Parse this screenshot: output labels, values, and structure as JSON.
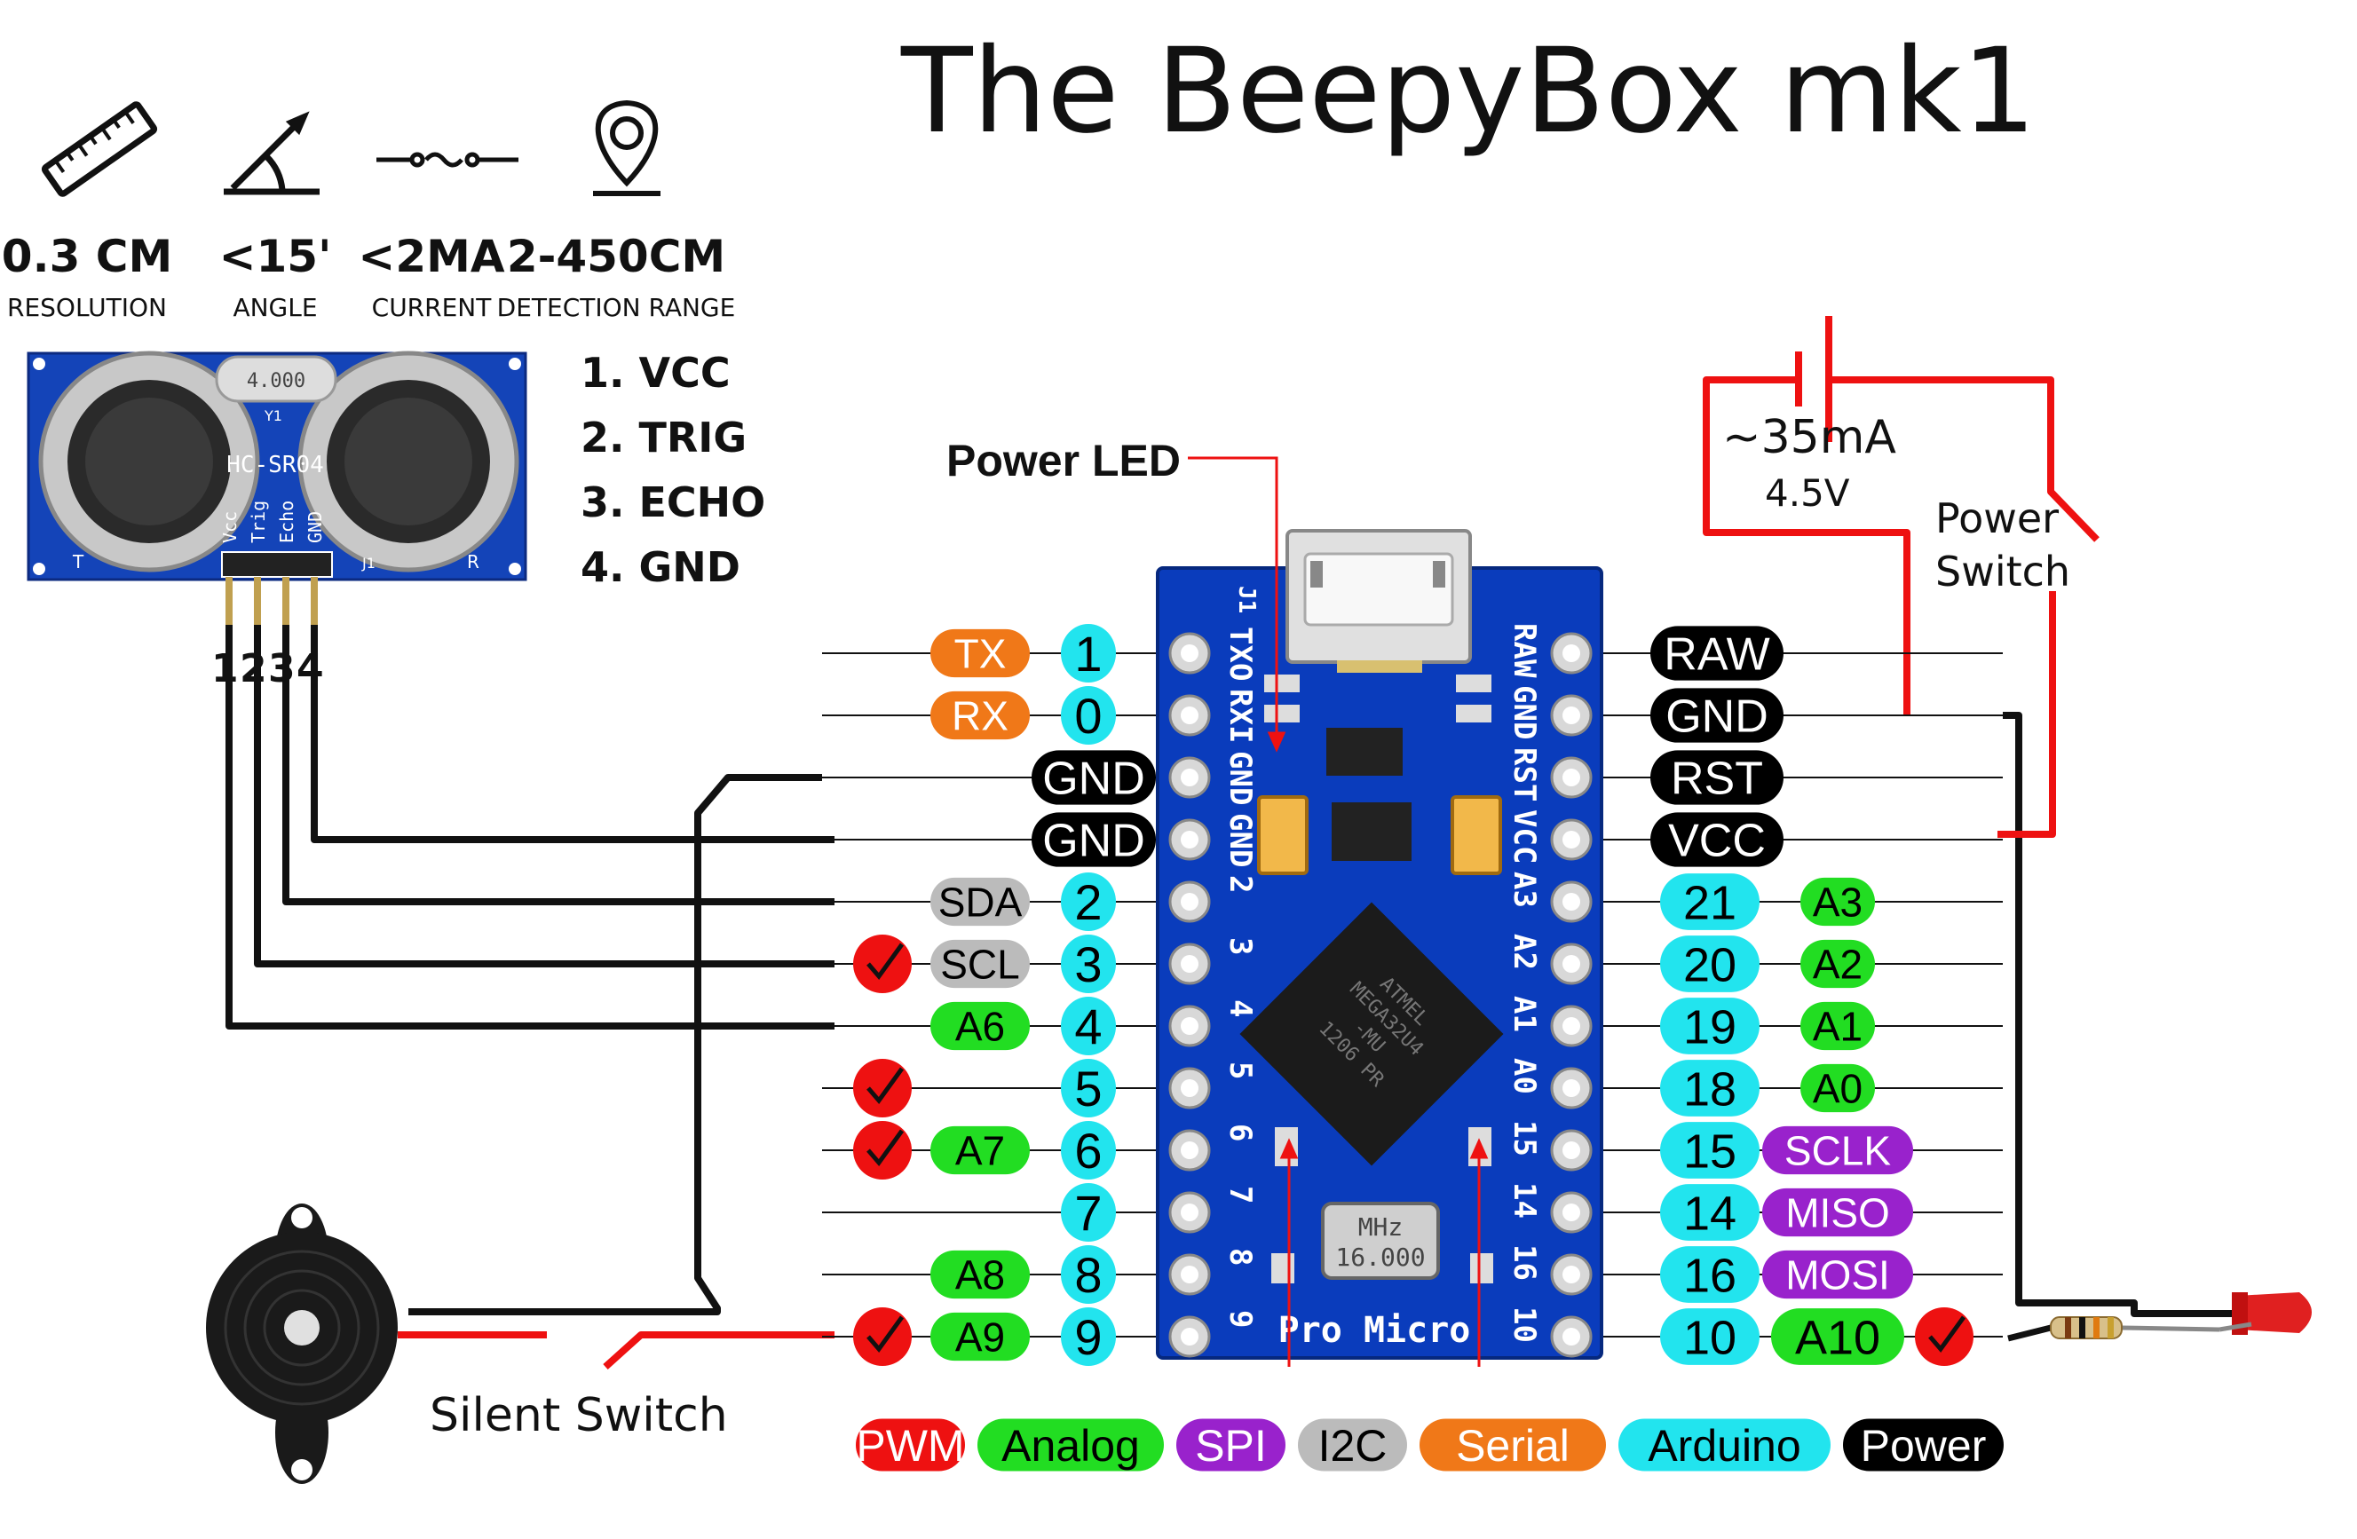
{
  "title": "The BeepyBox mk1",
  "specs": [
    {
      "icon": "ruler-icon",
      "value": "0.3 CM",
      "label": "RESOLUTION"
    },
    {
      "icon": "angle-icon",
      "value": "<15'",
      "label": "ANGLE"
    },
    {
      "icon": "current-icon",
      "value": "<2MA",
      "label": "CURRENT"
    },
    {
      "icon": "location-pin-icon",
      "value": "2-450CM",
      "label": "DETECTION RANGE"
    }
  ],
  "sensor": {
    "model": "HC-SR04",
    "crystal": "4.000",
    "crystal_ref": "Y1",
    "header_ref": "J1",
    "t_label": "T",
    "r_label": "R",
    "pin_labels": [
      "Vcc",
      "Trig",
      "Echo",
      "GND"
    ],
    "pins": [
      "1. VCC",
      "2. TRIG",
      "3. ECHO",
      "4. GND"
    ],
    "pin_numbers": [
      "1",
      "2",
      "3",
      "4"
    ]
  },
  "annotations": {
    "power_led": "Power LED",
    "current": "~35mA",
    "voltage": "4.5V",
    "power_switch_line1": "Power",
    "power_switch_line2": "Switch",
    "silent_switch": "Silent Switch"
  },
  "board": {
    "name": "Pro Micro",
    "header_label": "J1",
    "chip_text": [
      "ATMEL",
      "MEGA32U4",
      "-MU",
      "1206 PR"
    ],
    "crystal_text": [
      "MHz",
      "16.000"
    ],
    "left_silk": [
      "TXO",
      "RXI",
      "GND",
      "GND",
      "2",
      "3",
      "4",
      "5",
      "6",
      "7",
      "8",
      "9"
    ],
    "right_silk": [
      "RAW",
      "GND",
      "RST",
      "VCC",
      "A3",
      "A2",
      "A1",
      "A0",
      "15",
      "14",
      "16",
      "10"
    ]
  },
  "left_pins": [
    {
      "tags": [
        {
          "text": "TX",
          "kind": "serial"
        }
      ],
      "num": "1",
      "pwm": false
    },
    {
      "tags": [
        {
          "text": "RX",
          "kind": "serial"
        }
      ],
      "num": "0",
      "pwm": false
    },
    {
      "tags": [],
      "num": "GND",
      "pwm": false
    },
    {
      "tags": [],
      "num": "GND",
      "pwm": false
    },
    {
      "tags": [
        {
          "text": "SDA",
          "kind": "i2c"
        }
      ],
      "num": "2",
      "pwm": false
    },
    {
      "tags": [
        {
          "text": "SCL",
          "kind": "i2c"
        }
      ],
      "num": "3",
      "pwm": true
    },
    {
      "tags": [
        {
          "text": "A6",
          "kind": "analog"
        }
      ],
      "num": "4",
      "pwm": false
    },
    {
      "tags": [],
      "num": "5",
      "pwm": true
    },
    {
      "tags": [
        {
          "text": "A7",
          "kind": "analog"
        }
      ],
      "num": "6",
      "pwm": true
    },
    {
      "tags": [],
      "num": "7",
      "pwm": false
    },
    {
      "tags": [
        {
          "text": "A8",
          "kind": "analog"
        }
      ],
      "num": "8",
      "pwm": false
    },
    {
      "tags": [
        {
          "text": "A9",
          "kind": "analog"
        }
      ],
      "num": "9",
      "pwm": true
    }
  ],
  "right_pins": [
    {
      "num": "RAW",
      "kind": "power",
      "tag": null,
      "pwm": false
    },
    {
      "num": "GND",
      "kind": "power",
      "tag": null,
      "pwm": false
    },
    {
      "num": "RST",
      "kind": "power",
      "tag": null,
      "pwm": false
    },
    {
      "num": "VCC",
      "kind": "power",
      "tag": null,
      "pwm": false
    },
    {
      "num": "21",
      "kind": "arduino",
      "tag": {
        "text": "A3",
        "kind": "analog"
      },
      "pwm": false
    },
    {
      "num": "20",
      "kind": "arduino",
      "tag": {
        "text": "A2",
        "kind": "analog"
      },
      "pwm": false
    },
    {
      "num": "19",
      "kind": "arduino",
      "tag": {
        "text": "A1",
        "kind": "analog"
      },
      "pwm": false
    },
    {
      "num": "18",
      "kind": "arduino",
      "tag": {
        "text": "A0",
        "kind": "analog"
      },
      "pwm": false
    },
    {
      "num": "15",
      "kind": "arduino",
      "tag": {
        "text": "SCLK",
        "kind": "spi"
      },
      "pwm": false
    },
    {
      "num": "14",
      "kind": "arduino",
      "tag": {
        "text": "MISO",
        "kind": "spi"
      },
      "pwm": false
    },
    {
      "num": "16",
      "kind": "arduino",
      "tag": {
        "text": "MOSI",
        "kind": "spi"
      },
      "pwm": false
    },
    {
      "num": "10",
      "kind": "arduino",
      "tag": {
        "text": "A10",
        "kind": "analog"
      },
      "pwm": true
    }
  ],
  "legend": [
    {
      "text": "PWM",
      "kind": "pwm"
    },
    {
      "text": "Analog",
      "kind": "analog"
    },
    {
      "text": "SPI",
      "kind": "spi"
    },
    {
      "text": "I2C",
      "kind": "i2c"
    },
    {
      "text": "Serial",
      "kind": "serial"
    },
    {
      "text": "Arduino",
      "kind": "arduino"
    },
    {
      "text": "Power",
      "kind": "power"
    }
  ],
  "colors": {
    "pwm": "#ee1111",
    "analog": "#22dd22",
    "spi": "#9922cc",
    "i2c": "#bbbbbb",
    "serial": "#f07818",
    "arduino": "#22e4ee",
    "power": "#000000",
    "wire_red": "#ee1111",
    "wire_black": "#111111",
    "board_blue": "#0a3cbc",
    "sensor_blue": "#1444b8"
  }
}
